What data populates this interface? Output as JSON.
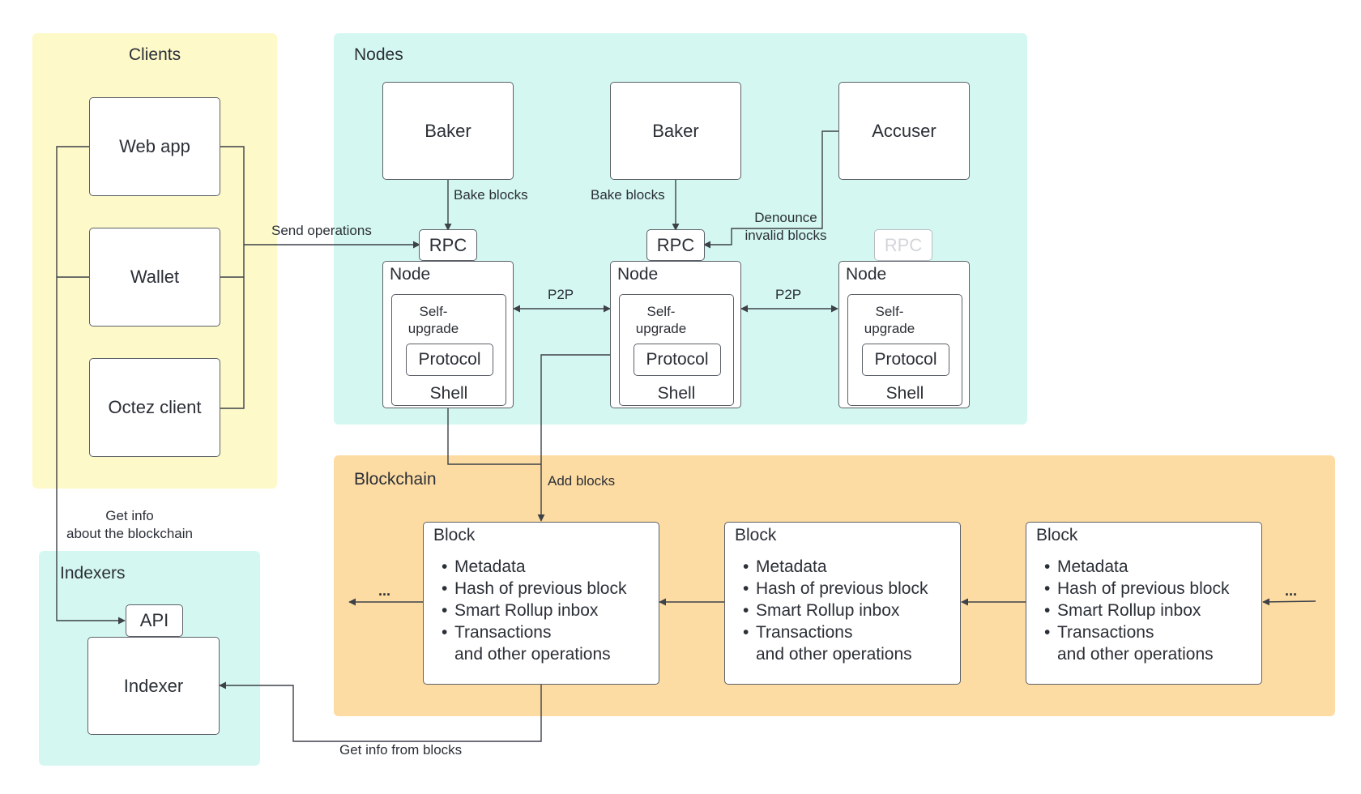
{
  "regions": {
    "clients": "Clients",
    "nodes": "Nodes",
    "indexers": "Indexers",
    "blockchain": "Blockchain"
  },
  "clients": {
    "web_app": "Web app",
    "wallet": "Wallet",
    "octez_client": "Octez client"
  },
  "nodes": {
    "baker_1": "Baker",
    "baker_2": "Baker",
    "accuser": "Accuser",
    "rpc": "RPC",
    "node_title": "Node",
    "self_upgrade_line1": "Self-",
    "self_upgrade_line2": "upgrade",
    "protocol": "Protocol",
    "shell": "Shell"
  },
  "indexers": {
    "api": "API",
    "indexer": "Indexer"
  },
  "blockchain": {
    "block_title": "Block",
    "items": [
      "Metadata",
      "Hash of previous block",
      "Smart Rollup inbox",
      "Transactions"
    ],
    "items_cont": "and other operations",
    "ellipsis": "..."
  },
  "edges": {
    "send_operations": "Send operations",
    "bake_blocks": "Bake blocks",
    "denounce_line1": "Denounce",
    "denounce_line2": "invalid blocks",
    "p2p": "P2P",
    "add_blocks": "Add blocks",
    "get_info_line1": "Get info",
    "get_info_line2": "about the blockchain",
    "get_info_blocks": "Get info from blocks"
  }
}
